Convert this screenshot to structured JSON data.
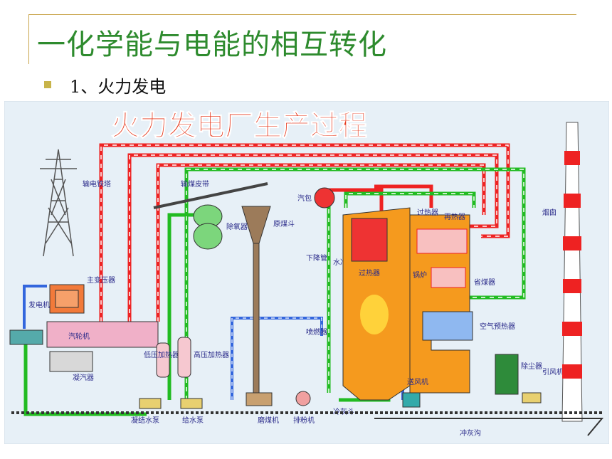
{
  "slide": {
    "title": "一化学能与电能的相互转化",
    "bullet": "1、火力发电"
  },
  "diagram": {
    "banner": "火力发电厂生产过程",
    "labels": {
      "transmission_tower": "输电铁塔",
      "main_transformer": "主变压器",
      "generator": "发电机",
      "turbine": "汽轮机",
      "condenser": "凝汽器",
      "condensate_pump": "凝结水泵",
      "feed_pump": "给水泵",
      "lp_heater": "低压加热器",
      "hp_heater": "高压加热器",
      "deaerator": "除氧器",
      "coal_conveyor": "输煤皮带",
      "coal_bunker": "原煤斗",
      "coal_mill": "磨煤机",
      "pulverizer_feeder": "排粉机",
      "drum": "汽包",
      "downcomer": "下降管",
      "water_wall": "水冷壁",
      "burner": "喷燃器",
      "superheater": "过热器",
      "superheater2": "过热器",
      "reheater": "再热器",
      "boiler": "锅炉",
      "economizer": "省煤器",
      "air_preheater": "空气预热器",
      "forced_fan": "送风机",
      "ash_hopper": "冷灰斗",
      "dust_collector": "除尘器",
      "induced_fan": "引风机",
      "chimney": "烟囱",
      "ash_trench": "冲灰沟"
    },
    "colors": {
      "steam": "#ee2222",
      "water": "#22bb22",
      "cooling": "#3366dd",
      "boiler": "#f59a1e",
      "background": "#e7f0f7"
    }
  }
}
